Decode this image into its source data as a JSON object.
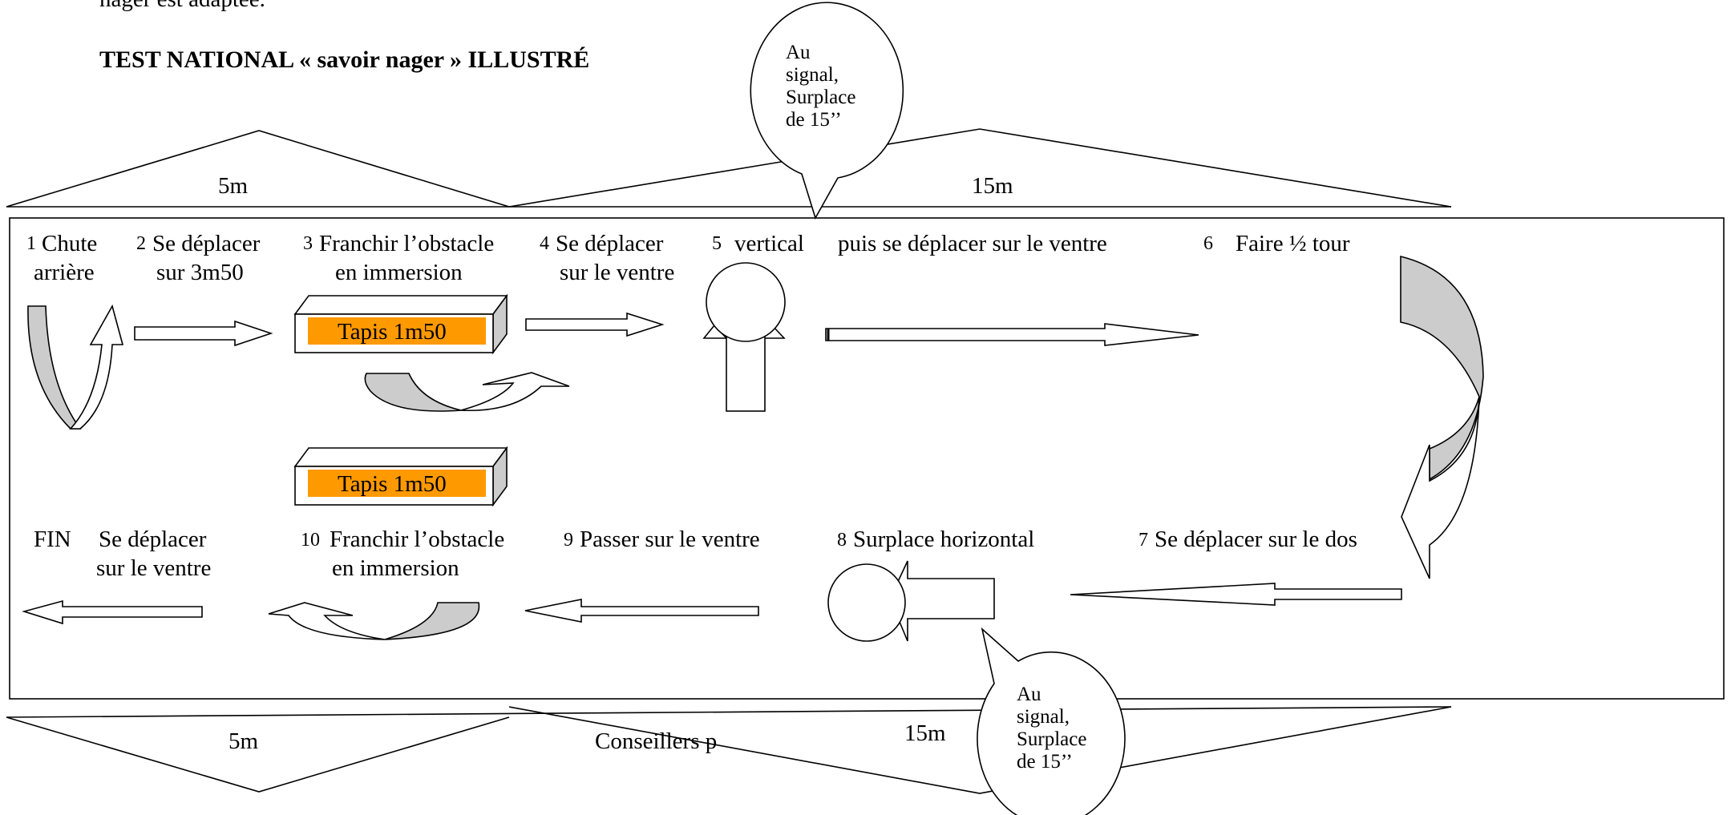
{
  "document": {
    "top_fragment": "nager est adaptée.",
    "title": "TEST NATIONAL « savoir nager » ILLUSTRÉ",
    "bottom_fragment": "Conseillers p"
  },
  "bubbles": {
    "top": [
      "Au",
      "signal,",
      "Surplace",
      "de 15’’"
    ],
    "bottom": [
      "Au",
      "signal,",
      "Surplace",
      "de 15’’"
    ]
  },
  "distances": {
    "top_left": "5m",
    "top_right": "15m",
    "bottom_left": "5m",
    "bottom_right": "15m"
  },
  "steps": {
    "s1": {
      "num": "1",
      "line1": "Chute",
      "line2": "arrière"
    },
    "s2": {
      "num": "2",
      "line1": "Se déplacer",
      "line2": "sur 3m50"
    },
    "s3": {
      "num": "3",
      "line1": "Franchir l’obstacle",
      "line2": "en immersion"
    },
    "s4": {
      "num": "4",
      "line1": "Se déplacer",
      "line2": "sur le ventre"
    },
    "s5": {
      "num": "5",
      "line1": "vertical",
      "line1b": "puis se déplacer  sur le ventre"
    },
    "s6": {
      "num": "6",
      "line1": "Faire ½ tour"
    },
    "s7": {
      "num": "7",
      "line1": "Se déplacer sur le dos"
    },
    "s8": {
      "num": "8",
      "line1": "Surplace horizontal"
    },
    "s9": {
      "num": "9",
      "line1": "Passer sur le ventre"
    },
    "s10": {
      "num": "10",
      "line1": "Franchir l’obstacle",
      "line2": "en immersion"
    },
    "s11": {
      "fin": "FIN",
      "line1": "Se déplacer",
      "line2": "sur le ventre"
    }
  },
  "mats": {
    "top": "Tapis 1m50",
    "bottom": "Tapis 1m50"
  },
  "colors": {
    "mat_fill": "#ff9900",
    "shade": "#cccccc",
    "line": "#000000"
  }
}
